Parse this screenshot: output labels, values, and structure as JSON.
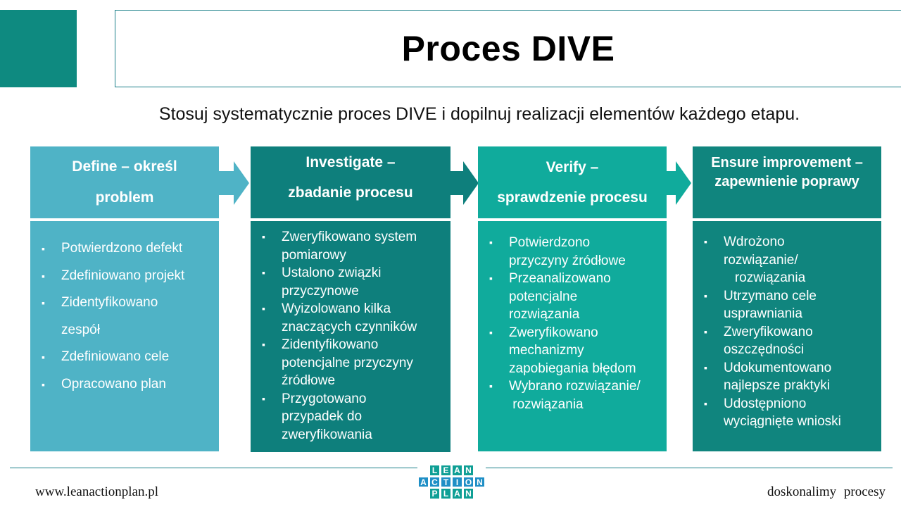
{
  "title": "Proces DIVE",
  "subtitle": "Stosuj systematycznie proces DIVE i dopilnuj realizacji elementów każdego etapu.",
  "colors": {
    "define": "#4fb3c6",
    "investigate": "#0e7f7c",
    "verify": "#10ab9c",
    "ensure": "#10857e",
    "accent": "#0e8a80"
  },
  "columns": [
    {
      "heading": [
        "Define – określ",
        "problem"
      ],
      "items": [
        "Potwierdzono defekt",
        "Zdefiniowano projekt",
        "Zidentyfikowano",
        "zespół",
        "Zdefiniowano cele",
        "Opracowano plan"
      ]
    },
    {
      "heading": [
        "Investigate –",
        "zbadanie procesu"
      ],
      "items": [
        [
          "Zweryfikowano system",
          "pomiarowy"
        ],
        [
          "Ustalono związki",
          "przyczynowe"
        ],
        [
          "Wyizolowano kilka",
          "znaczących czynników"
        ],
        [
          "Zidentyfikowano",
          "potencjalne przyczyny",
          "źródłowe"
        ],
        [
          "Przygotowano",
          "przypadek do",
          "zweryfikowania"
        ]
      ]
    },
    {
      "heading": [
        "Verify –",
        "sprawdzenie procesu"
      ],
      "items": [
        [
          "Potwierdzono",
          "przyczyny źródłowe"
        ],
        [
          "Przeanalizowano",
          "potencjalne",
          "rozwiązania"
        ],
        [
          "Zweryfikowano",
          "mechanizmy",
          "zapobiegania błędom"
        ],
        [
          "Wybrano rozwiązanie/",
          " rozwiązania"
        ]
      ]
    },
    {
      "heading": [
        "Ensure improvement –",
        "zapewnienie poprawy"
      ],
      "items": [
        [
          "Wdrożono",
          "rozwiązanie/",
          "   rozwiązania"
        ],
        [
          "Utrzymano cele",
          "usprawniania"
        ],
        [
          "Zweryfikowano",
          "oszczędności"
        ],
        [
          "Udokumentowano",
          "najlepsze praktyki"
        ],
        [
          "Udostępniono",
          "wyciągnięte wnioski"
        ]
      ]
    }
  ],
  "footer": {
    "website": "www.leanactionplan.pl",
    "tagline": "doskonalimy  procesy",
    "logo_letters": [
      "L",
      "E",
      "A",
      "N",
      "A",
      "C",
      "T",
      "I",
      "O",
      "N",
      "P",
      "L",
      "A",
      "N"
    ]
  }
}
